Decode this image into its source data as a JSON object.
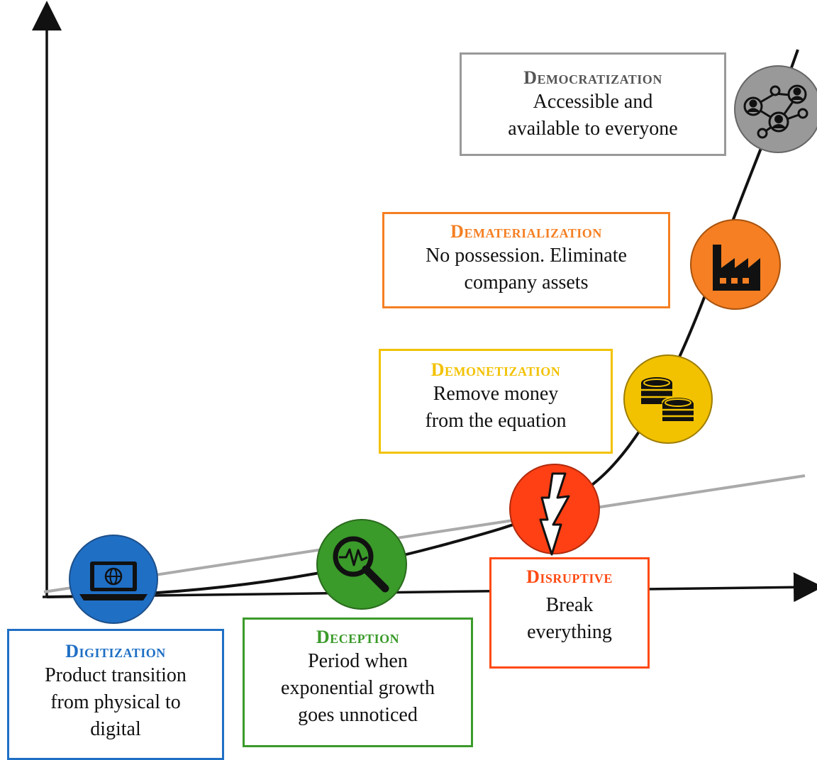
{
  "colors": {
    "digitization": "#1f6fc5",
    "deception": "#3a9a2a",
    "disruptive": "#ff4a14",
    "demonetization": "#f2c200",
    "dematerialization": "#f57f22",
    "democratization": "#999999",
    "exponential_curve": "#111111",
    "linear_line": "#aaaaaa"
  },
  "stages": [
    {
      "id": "digitization",
      "title": "Digitization",
      "desc": [
        "Product transition",
        "from physical to",
        "digital"
      ],
      "icon": "laptop-globe-icon"
    },
    {
      "id": "deception",
      "title": "Deception",
      "desc": [
        "Period when",
        "exponential growth",
        "goes unnoticed"
      ],
      "icon": "magnifier-pulse-icon"
    },
    {
      "id": "disruptive",
      "title": "Disruptive",
      "desc": [
        "Break",
        "everything"
      ],
      "icon": "lightning-icon"
    },
    {
      "id": "demonetization",
      "title": "Demonetization",
      "desc": [
        "Remove money",
        "from the equation"
      ],
      "icon": "coins-icon"
    },
    {
      "id": "dematerialization",
      "title": "Dematerialization",
      "desc": [
        "No possession. Eliminate",
        "company assets"
      ],
      "icon": "factory-icon"
    },
    {
      "id": "democratization",
      "title": "Democratization",
      "desc": [
        "Accessible and",
        "available to everyone"
      ],
      "icon": "network-people-icon"
    }
  ]
}
